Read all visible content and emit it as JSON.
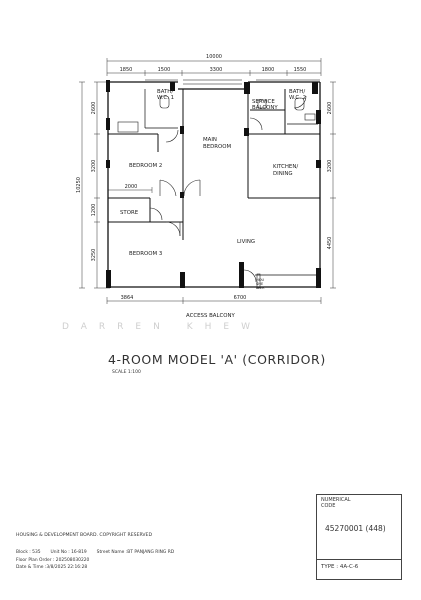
{
  "dimensions": {
    "overall_width": "10000",
    "top": [
      "1850",
      "1500",
      "3300",
      "1800",
      "1550"
    ],
    "left_overall": "10250",
    "left": [
      "2600",
      "3200",
      "1200",
      "3250"
    ],
    "right": [
      "2600",
      "3200",
      "4450"
    ],
    "bottom": [
      "3864",
      "6700"
    ],
    "store_width": "2000"
  },
  "rooms": {
    "bath_wc_1": [
      "BATH/",
      "W.C. 1"
    ],
    "bath_wc_2": [
      "BATH/",
      "W.C. 2"
    ],
    "service_balcony": [
      "SERVICE",
      "BALCONY"
    ],
    "main_bedroom": [
      "MAIN",
      "BEDROOM"
    ],
    "bedroom_2": "BEDROOM 2",
    "kitchen_dining": [
      "KITCHEN/",
      "DINING"
    ],
    "store": "STORE",
    "living": "LIVING",
    "bedroom_3": "BEDROOM 3",
    "access_balcony": "ACCESS BALCONY",
    "household_shelter": [
      "HOU",
      "SHE",
      "LTER"
    ]
  },
  "watermark": "DARREN KHEW",
  "title": "4-ROOM MODEL 'A' (CORRIDOR)",
  "scale": "SCALE  1:100",
  "copyright": "HOUSING & DEVELOPMENT BOARD. COPYRIGHT RESERVED",
  "info": {
    "block": "Block : 535",
    "unit": "Unit No : 16-819",
    "street": "Street Name :BT PANJANG RING RD",
    "floor_plan_order": "Floor Plan Order : 202508030220",
    "date_time": "Date & Time :3/8/2025  22:16:28"
  },
  "code_box": {
    "label_line1": "NUMERICAL",
    "label_line2": "CODE",
    "value": "45270001 (448)",
    "type": "TYPE : 4A-C-6"
  }
}
